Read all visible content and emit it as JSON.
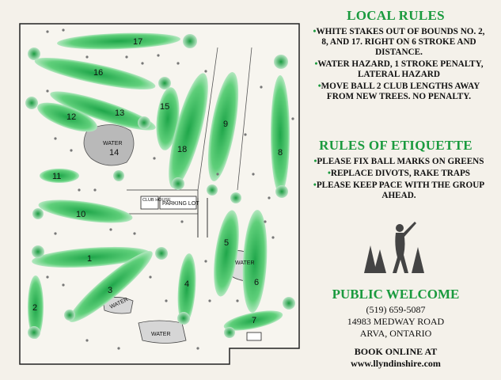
{
  "local_rules": {
    "title": "LOCAL RULES",
    "items": [
      "WHITE STAKES OUT OF BOUNDS NO. 2, 8, AND 17. RIGHT ON 6 STROKE AND DISTANCE.",
      "WATER HAZARD, 1 STROKE PENALTY, LATERAL HAZARD",
      "MOVE BALL 2 CLUB LENGTHS AWAY FROM NEW TREES. NO PENALTY."
    ]
  },
  "etiquette": {
    "title": "RULES OF ETIQUETTE",
    "items": [
      "PLEASE FIX BALL MARKS ON GREENS",
      "REPLACE DIVOTS, RAKE TRAPS",
      "PLEASE KEEP PACE WITH THE GROUP AHEAD."
    ]
  },
  "contact": {
    "title": "PUBLIC WELCOME",
    "phone": "(519) 659-5087",
    "address_line1": "14983 MEDWAY ROAD",
    "address_line2": "ARVA, ONTARIO",
    "booking": "BOOK ONLINE AT",
    "website": "www.llyndinshire.com"
  },
  "map": {
    "holes": [
      "1",
      "2",
      "3",
      "4",
      "5",
      "6",
      "7",
      "8",
      "9",
      "10",
      "11",
      "12",
      "13",
      "14",
      "15",
      "16",
      "17",
      "18"
    ],
    "labels": {
      "water": "WATER",
      "club_house": "CLUB HOUSE",
      "parking_lot": "PARKING LOT"
    }
  },
  "colors": {
    "fairway": "#3fbf5f",
    "fairway_light": "#cfeed6",
    "accent_green": "#1a9a3e"
  }
}
